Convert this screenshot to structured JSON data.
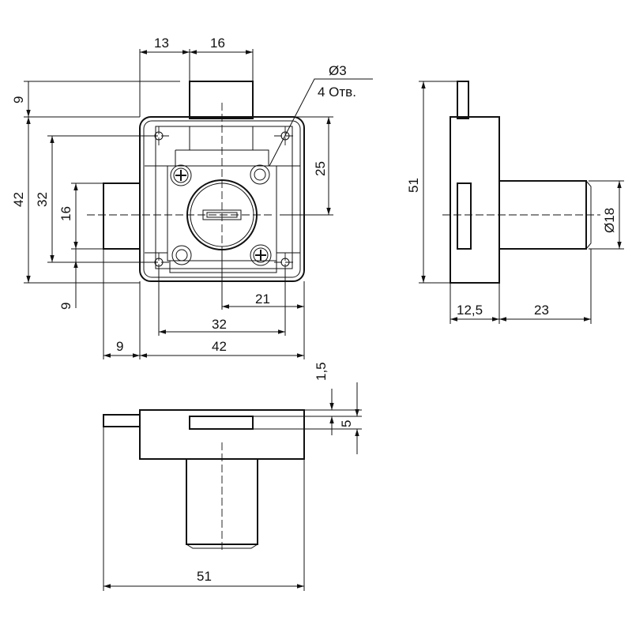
{
  "drawing": {
    "front_view": {
      "dims": {
        "top_13": "13",
        "top_16": "16",
        "hole_dia": "Ø3",
        "hole_count": "4 Отв.",
        "left_9_top": "9",
        "left_42": "42",
        "left_32": "32",
        "left_16": "16",
        "left_9_bottom": "9",
        "right_25": "25",
        "bottom_21": "21",
        "bottom_32": "32",
        "bottom_9": "9",
        "bottom_42": "42"
      }
    },
    "side_view": {
      "dims": {
        "height_51": "51",
        "body_12_5": "12,5",
        "cyl_23": "23",
        "cyl_dia": "Ø18"
      }
    },
    "bottom_view": {
      "dims": {
        "gap_1_5": "1,5",
        "slot_5": "5",
        "width_51": "51"
      }
    }
  }
}
